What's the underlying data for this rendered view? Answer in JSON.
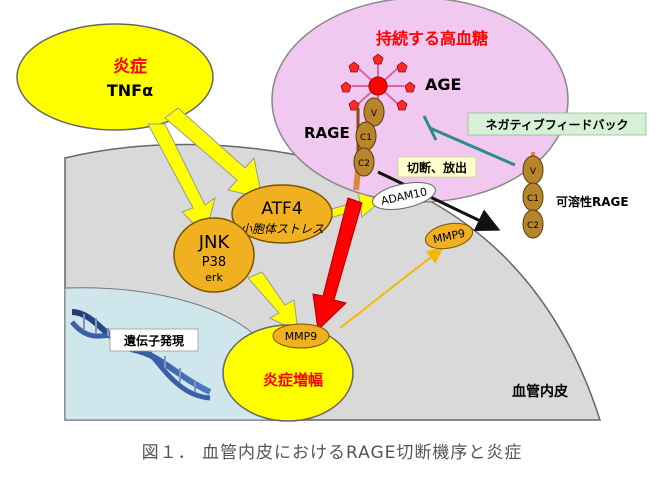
{
  "inflammation_box": {
    "title": "炎症",
    "sub": "TNFα"
  },
  "glucose_box": {
    "title": "持続する高血糖"
  },
  "age_label": "AGE",
  "rage_label": "RAGE",
  "rage_domains": [
    "V",
    "C1",
    "C2"
  ],
  "soluble_domains": [
    "V",
    "C1",
    "C2"
  ],
  "neg_feedback": "ネガティブフィードバック",
  "cleavage": "切断、放出",
  "adam10": "ADAM10",
  "mmp9_membrane": "MMP9",
  "soluble_rage": "可溶性RAGE",
  "atf4": {
    "title": "ATF4",
    "sub": "小胞体ストレス"
  },
  "jnk": {
    "title": "JNK",
    "p38": "P38",
    "erk": "erk"
  },
  "mmp9_nucleus": "MMP9",
  "gene_expression": "遺伝子発現",
  "inflammation_amplified": "炎症増幅",
  "endothelium": "血管内皮",
  "caption": "図１． 血管内皮におけるRAGE切断機序と炎症",
  "colors": {
    "yellow": "#ffff00",
    "orange_node": "#f0b020",
    "pink": "#f0c8f0",
    "red_text": "#ff0000",
    "teal": "#2e8b8b",
    "cell_gray": "#d9d9d9",
    "nucleus_blue": "#cfe6ec"
  }
}
